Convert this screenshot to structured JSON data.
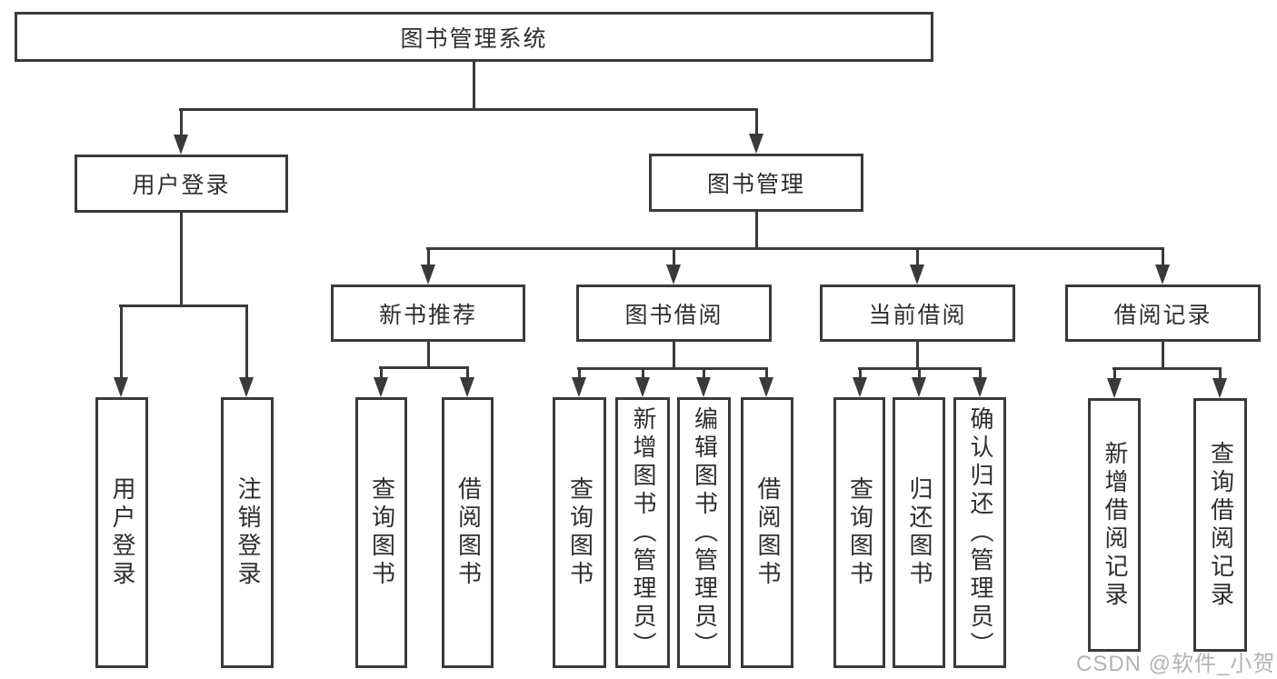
{
  "diagram": {
    "root": {
      "label": "图书管理系统"
    },
    "branches": [
      {
        "label": "用户登录",
        "children": [
          {
            "label": "用户登录"
          },
          {
            "label": "注销登录"
          }
        ]
      },
      {
        "label": "图书管理",
        "children": [
          {
            "label": "新书推荐",
            "children": [
              {
                "label": "查询图书"
              },
              {
                "label": "借阅图书"
              }
            ]
          },
          {
            "label": "图书借阅",
            "children": [
              {
                "label": "查询图书"
              },
              {
                "label": "新增图书（管理员）"
              },
              {
                "label": "编辑图书（管理员）"
              },
              {
                "label": "借阅图书"
              }
            ]
          },
          {
            "label": "当前借阅",
            "children": [
              {
                "label": "查询图书"
              },
              {
                "label": "归还图书"
              },
              {
                "label": "确认归还（管理员）"
              }
            ]
          },
          {
            "label": "借阅记录",
            "children": [
              {
                "label": "新增借阅记录"
              },
              {
                "label": "查询借阅记录"
              }
            ]
          }
        ]
      }
    ]
  },
  "watermark": "CSDN @软件_小贺同学",
  "colors": {
    "line": "#3a3a3a",
    "background": "#ffffff",
    "watermark": "#a8a8a8"
  }
}
